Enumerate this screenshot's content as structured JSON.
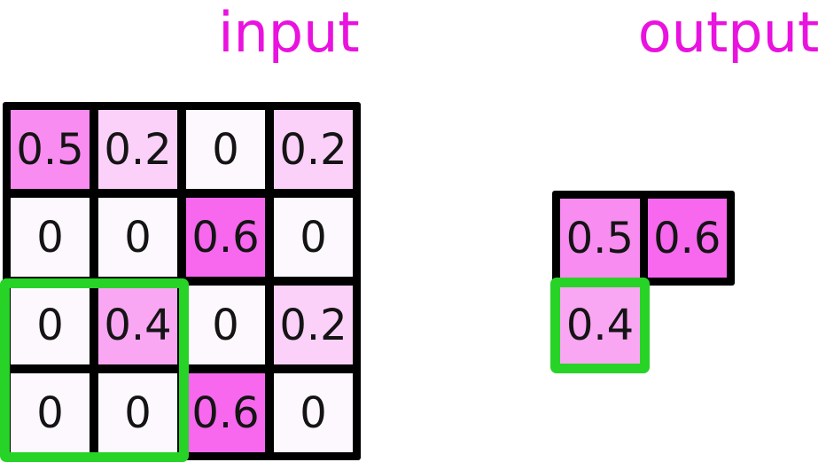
{
  "input": {
    "label": "input",
    "grid": [
      [
        "0.5",
        "0.2",
        "0",
        "0.2"
      ],
      [
        "0",
        "0",
        "0.6",
        "0"
      ],
      [
        "0",
        "0.4",
        "0",
        "0.2"
      ],
      [
        "0",
        "0",
        "0.6",
        "0"
      ]
    ],
    "highlighted_region": {
      "rows": [
        3,
        4
      ],
      "cols": [
        1,
        2
      ]
    }
  },
  "output": {
    "label": "output",
    "top_row": [
      "0.5",
      "0.6"
    ],
    "highlighted_cell": "0.4"
  },
  "cell_colors": {
    "0": "#FDF8FD",
    "0.2": "#FBD0F9",
    "0.4": "#F9A6F3",
    "0.5": "#F88CF0",
    "0.6": "#F768EE"
  },
  "colors": {
    "label_text": "#E912DE",
    "number_text": "#141414",
    "grid_line": "#000000",
    "highlight_border": "#27D327",
    "background": "#FFFFFF"
  }
}
